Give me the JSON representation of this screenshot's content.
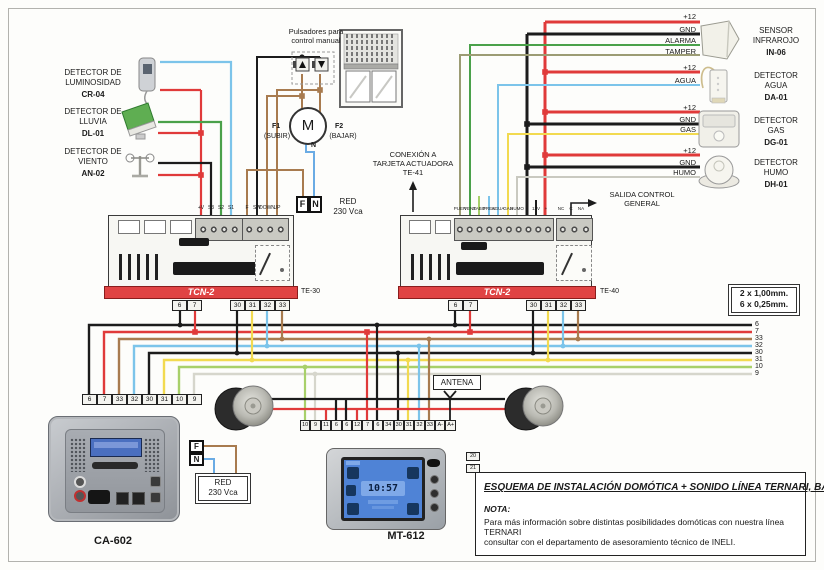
{
  "colors": {
    "wire_red": "#e03a3a",
    "wire_black": "#1c1c1c",
    "wire_brown": "#a87b4f",
    "wire_lightblue": "#7cc4ea",
    "wire_yellow": "#f2da50",
    "wire_green": "#4aa14a",
    "wire_lightgreen": "#a8d06a",
    "wire_grey": "#d6d6cc",
    "wire_olive": "#9c9c74",
    "board_bar_red": "#e04343",
    "screen_blue": "#4f83d6"
  },
  "left_detectors": [
    {
      "line1": "DETECTOR DE",
      "line2": "LUMINOSIDAD",
      "code": "CR-04"
    },
    {
      "line1": "DETECTOR DE",
      "line2": "LLUVIA",
      "code": "DL-01"
    },
    {
      "line1": "DETECTOR DE",
      "line2": "VIENTO",
      "code": "AN-02"
    }
  ],
  "top_center": {
    "pulsadores_line1": "Pulsadores para",
    "pulsadores_line2": "control manual",
    "motor_label": "M",
    "f1": "F1",
    "f1_sub": "(SUBIR)",
    "f2": "F2",
    "f2_sub": "(BAJAR)",
    "n": "N",
    "fn_box": {
      "f": "F",
      "n": "N"
    },
    "red_line1": "RED",
    "red_line2": "230 Vca"
  },
  "right_sensors": [
    {
      "name_line1": "SENSOR",
      "name_line2": "INFRAROJO",
      "code": "IN-06",
      "wires": [
        "+12",
        "GND",
        "ALARMA",
        "TAMPER"
      ]
    },
    {
      "name_line1": "DETECTOR",
      "name_line2": "AGUA",
      "code": "DA-01",
      "wires": [
        "+12",
        "AGUA"
      ]
    },
    {
      "name_line1": "DETECTOR",
      "name_line2": "GAS",
      "code": "DG-01",
      "wires": [
        "+12",
        "GND",
        "GAS"
      ]
    },
    {
      "name_line1": "DETECTOR",
      "name_line2": "HUMO",
      "code": "DH-01",
      "wires": [
        "+12",
        "GND",
        "HUMO"
      ]
    }
  ],
  "boards": {
    "left": {
      "name": "TCN-2",
      "tag": "TE-30",
      "top_labels_group1": [
        "+V",
        "S3",
        "S2",
        "S1"
      ],
      "top_labels_group2": [
        "F",
        "SW",
        "DOWN",
        "UP"
      ],
      "bottom_group1": [
        "6",
        "7"
      ],
      "bottom_group2": [
        "30",
        "31",
        "32",
        "33"
      ]
    },
    "right": {
      "name": "TCN-2",
      "tag": "TE-40",
      "top_labels_group1": [
        "PUER",
        "VENT",
        "SABO",
        "PRES",
        "AGUA",
        "GAS",
        "HUMO",
        "-",
        "12V",
        "+"
      ],
      "top_labels_group2": [
        "NC",
        "C",
        "NA"
      ],
      "bottom_group1": [
        "6",
        "7"
      ],
      "bottom_group2": [
        "30",
        "31",
        "32",
        "33"
      ]
    }
  },
  "annotations": {
    "conexion_line1": "CONEXIÓN A",
    "conexion_line2": "TARJETA ACTUADORA",
    "conexion_line3": "TE-41",
    "salida_line1": "SALIDA CONTROL",
    "salida_line2": "GENERAL",
    "wire_spec_line1": "2 x 1,00mm.",
    "wire_spec_line2": "6 x 0,25mm.",
    "antena": "ANTENA"
  },
  "bus_labels": [
    "6",
    "7",
    "33",
    "32",
    "30",
    "31",
    "10",
    "9"
  ],
  "ca602": {
    "name": "CA-602",
    "terminals": [
      "6",
      "7",
      "33",
      "32",
      "30",
      "31",
      "10",
      "9"
    ],
    "fn": {
      "f": "F",
      "n": "N"
    },
    "red_line1": "RED",
    "red_line2": "230 Vca"
  },
  "mt612": {
    "name": "MT-612",
    "terminals": [
      "10",
      "9",
      "11",
      "6",
      "6",
      "12",
      "7",
      "6",
      "34",
      "30",
      "31",
      "32",
      "33",
      "A-",
      "A+"
    ],
    "screen_time": "10:57",
    "side_terminals": [
      "20",
      "21"
    ]
  },
  "title_block": {
    "title": "ESQUEMA DE INSTALACIÓN DOMÓTICA + SONIDO LÍNEA TERNARI, BÁSICO",
    "nota": "NOTA:",
    "body_line1": "Para más información sobre distintas posibilidades domóticas con nuestra línea TERNARI",
    "body_line2": "consultar con el departamento de asesoramiento técnico de INELI."
  }
}
